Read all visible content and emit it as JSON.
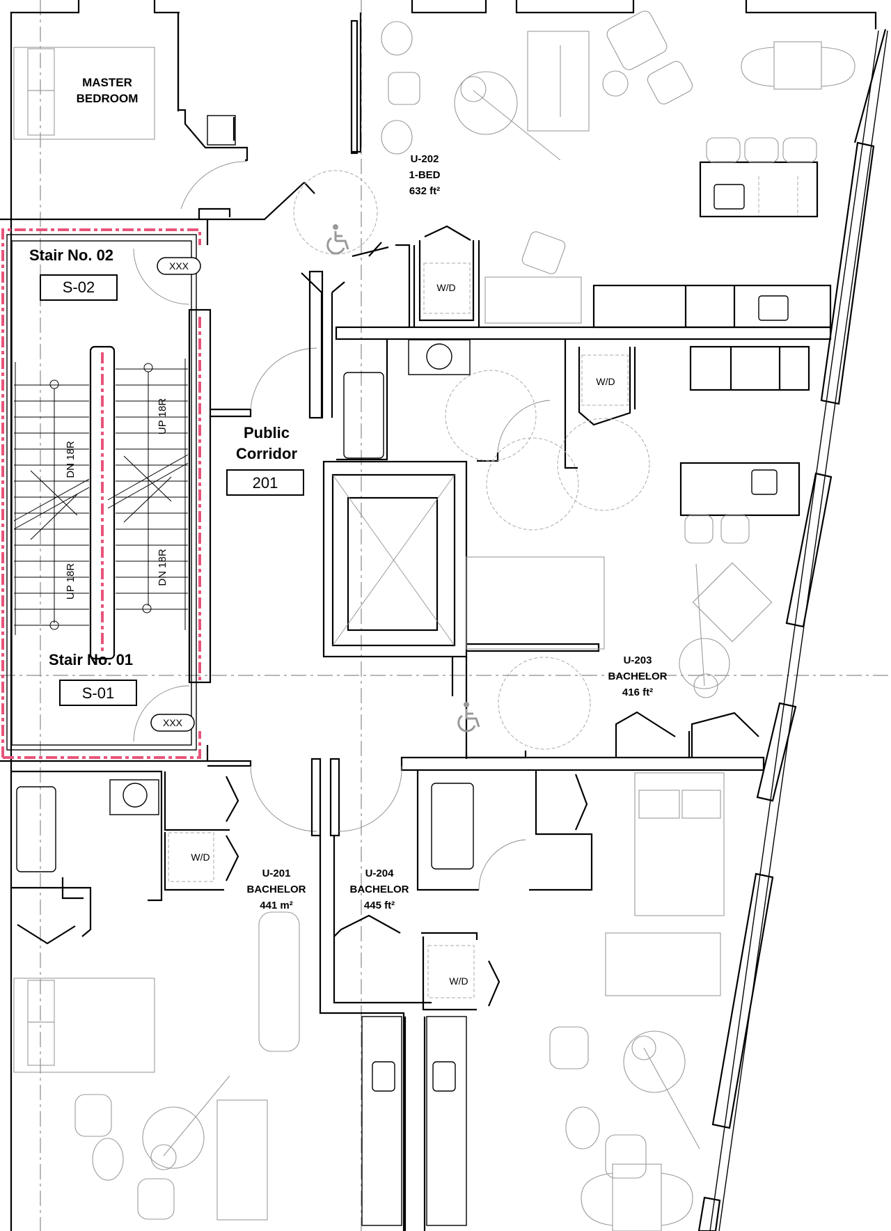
{
  "plan": {
    "type": "architectural-floor-plan",
    "accent_colors": {
      "fire_separation": "#e8557a",
      "walls": "#000000",
      "furniture": "#9a9a9a"
    }
  },
  "rooms": {
    "master_bedroom": {
      "line1": "MASTER",
      "line2": "BEDROOM"
    },
    "stair_02": {
      "name": "Stair No. 02",
      "tag": "S-02",
      "door_tag": "XXX"
    },
    "stair_01": {
      "name": "Stair No. 01",
      "tag": "S-01",
      "door_tag": "XXX"
    },
    "corridor": {
      "line1": "Public",
      "line2": "Corridor",
      "tag": "201"
    },
    "u202": {
      "unit": "U-202",
      "type": "1-BED",
      "area": "632 ft²"
    },
    "u203": {
      "unit": "U-203",
      "type": "BACHELOR",
      "area": "416 ft²"
    },
    "u201": {
      "unit": "U-201",
      "type": "BACHELOR",
      "area": "441 m²"
    },
    "u204": {
      "unit": "U-204",
      "type": "BACHELOR",
      "area": "445 ft²"
    }
  },
  "stairs": {
    "flight_a_upper": "DN 18R",
    "flight_b_upper": "UP 18R",
    "flight_a_lower": "UP 18R",
    "flight_b_lower": "DN 18R"
  },
  "fixtures": {
    "wd_label": "W/D",
    "wd_u202": "W/D",
    "wd_u203": "W/D",
    "wd_u201": "W/D",
    "wd_u204": "W/D"
  },
  "icons": {
    "accessibility_1": "wheelchair-icon",
    "accessibility_2": "wheelchair-icon"
  }
}
